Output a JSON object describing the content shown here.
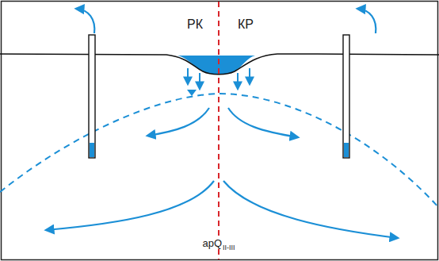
{
  "diagram": {
    "labels": [
      "РК",
      "КР",
      "apQ",
      "II-III"
    ]
  }
}
